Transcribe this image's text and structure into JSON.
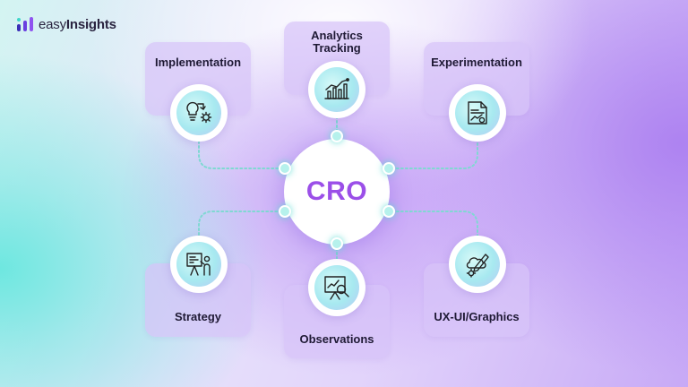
{
  "brand": {
    "name_light": "easy",
    "name_bold": "Insights",
    "icon": "bar-chart-logo-icon"
  },
  "center": {
    "label": "CRO"
  },
  "colors": {
    "accent": "#9b4fe8",
    "card": "#d7c3f8",
    "connector": "#7fd9d2",
    "teal": "#6ee7e0"
  },
  "items": [
    {
      "label": "Implementation",
      "icon": "idea-gear-icon"
    },
    {
      "label": "Analytics Tracking",
      "icon": "analytics-chart-icon"
    },
    {
      "label": "Experimentation",
      "icon": "report-document-icon"
    },
    {
      "label": "Strategy",
      "icon": "presenter-board-icon"
    },
    {
      "label": "Observations",
      "icon": "chart-magnifier-icon"
    },
    {
      "label": "UX-UI/Graphics",
      "icon": "design-tools-icon"
    }
  ]
}
